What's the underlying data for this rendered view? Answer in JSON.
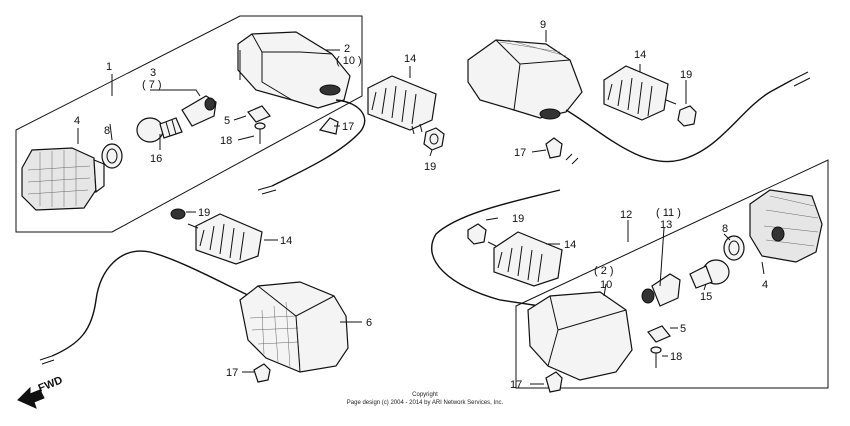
{
  "labels": {
    "l1": "1",
    "l2": "2",
    "l10a": "( 10 )",
    "l3": "3",
    "l7": "( 7 )",
    "l4a": "4",
    "l8a": "8",
    "l16": "16",
    "l5a": "5",
    "l18a": "18",
    "l17a": "17",
    "l14a": "14",
    "l19a": "19",
    "l19b": "19",
    "l14b": "14",
    "l6": "6",
    "l17b": "17",
    "l9": "9",
    "l14c": "14",
    "l19c": "19",
    "l17c": "17",
    "l19d": "19",
    "l14d": "14",
    "l12": "12",
    "l11": "( 11 )",
    "l13": "13",
    "l8b": "8",
    "l2b": "( 2 )",
    "l10b": "10",
    "l15": "15",
    "l4b": "4",
    "l5b": "5",
    "l18b": "18",
    "l17d": "17",
    "fwd": "FWD"
  },
  "copyright": {
    "line1": "Copyright",
    "line2": "Page design (c) 2004 - 2014 by ARI Network Services, Inc."
  }
}
